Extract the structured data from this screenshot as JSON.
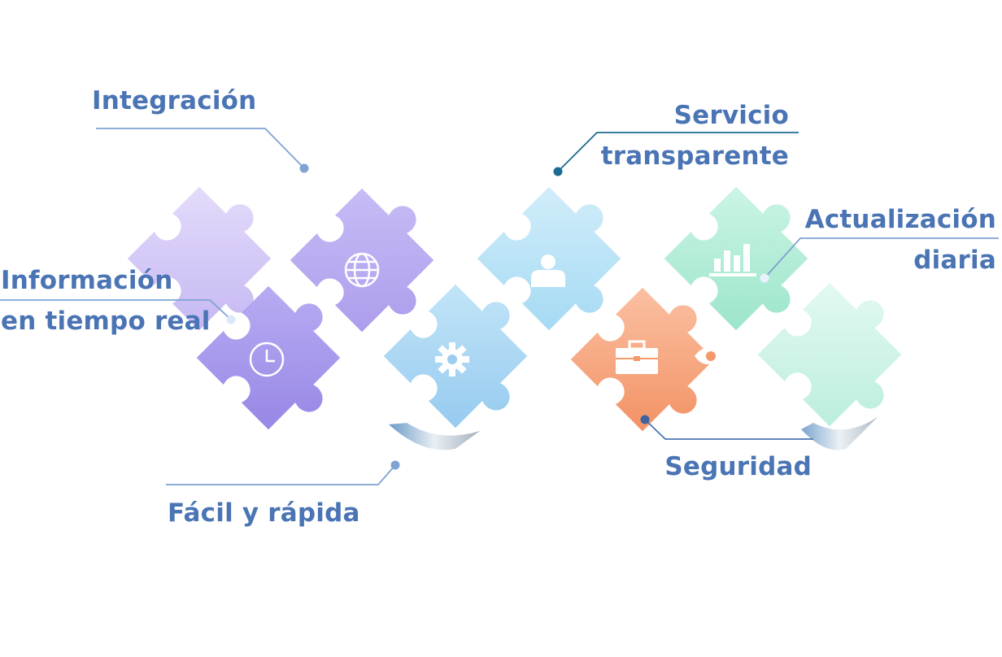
{
  "colors": {
    "label_text": "#4a74b4",
    "leader_line": "#7fa2d2",
    "leader_line_dark": "#1d6a92",
    "piece_purple": "#b9a8ee",
    "piece_violet": "#9b8ae6",
    "piece_blue": "#9ccdee",
    "piece_cyan": "#a3d8f0",
    "piece_orange": "#f4996a",
    "piece_green": "#a6ead0",
    "piece_mint": "#c6f0e2"
  },
  "labels": {
    "integracion": "Integración",
    "servicio_line1": "Servicio",
    "servicio_line2": "transparente",
    "actualizacion_line1": "Actualización",
    "actualizacion_line2": "diaria",
    "informacion_line1": "Información",
    "informacion_line2": "en tiempo real",
    "facil": "Fácil y rápida",
    "seguridad": "Seguridad"
  },
  "icons": [
    "globe-icon",
    "user-icon",
    "bar-chart-icon",
    "clock-icon",
    "gear-icon",
    "briefcase-icon",
    "location-pin-icon"
  ]
}
